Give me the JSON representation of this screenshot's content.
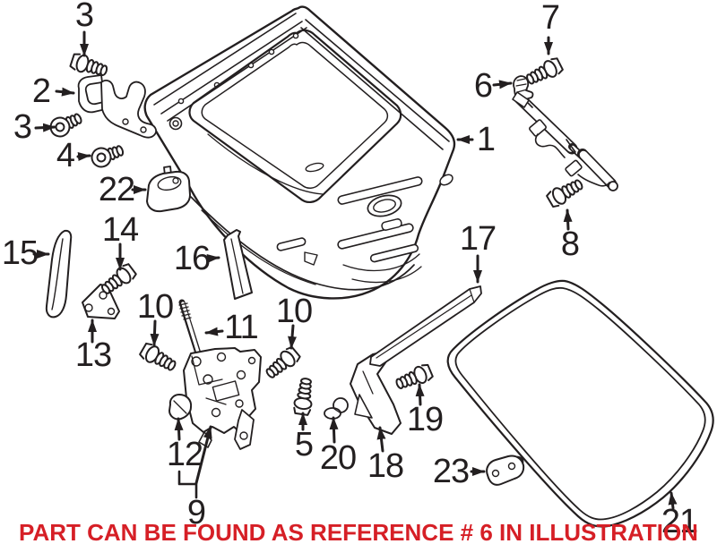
{
  "figure": {
    "type": "exploded-parts-illustration",
    "subject": "vehicle liftgate / tailgate assembly",
    "caption": "PART CAN BE FOUND AS REFERENCE # 6 IN ILLUSTRATION",
    "colors": {
      "line": "#231f20",
      "caption": "#d61f26",
      "background": "#ffffff"
    },
    "callouts": [
      {
        "ref": "3"
      },
      {
        "ref": "2"
      },
      {
        "ref": "3"
      },
      {
        "ref": "4"
      },
      {
        "ref": "22"
      },
      {
        "ref": "15"
      },
      {
        "ref": "14"
      },
      {
        "ref": "16"
      },
      {
        "ref": "13"
      },
      {
        "ref": "10"
      },
      {
        "ref": "11"
      },
      {
        "ref": "10"
      },
      {
        "ref": "5"
      },
      {
        "ref": "12"
      },
      {
        "ref": "9"
      },
      {
        "ref": "20"
      },
      {
        "ref": "18"
      },
      {
        "ref": "19"
      },
      {
        "ref": "17"
      },
      {
        "ref": "23"
      },
      {
        "ref": "21"
      },
      {
        "ref": "1"
      },
      {
        "ref": "6"
      },
      {
        "ref": "7"
      },
      {
        "ref": "8"
      }
    ]
  }
}
